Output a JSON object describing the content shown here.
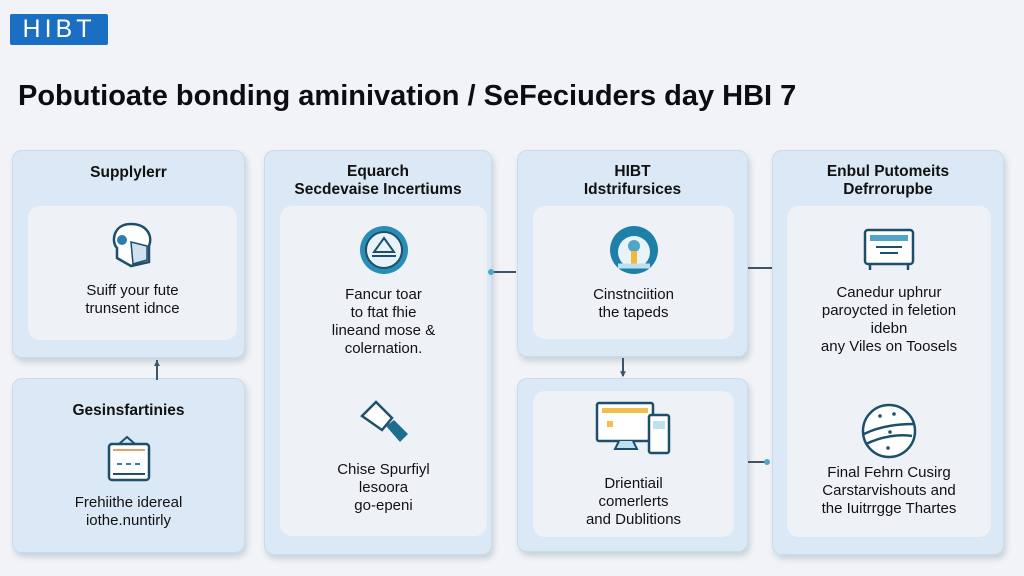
{
  "logo": "HIBT",
  "title": "Pobutioate bonding aminivation / SeFeciuders day HBI 7",
  "boxes": {
    "supplier": {
      "heading": "Supplylerr",
      "text": [
        "Suiff your fute",
        "trunsent idnce"
      ]
    },
    "gesins": {
      "heading": "Gesinsfartinies",
      "text": [
        "Frehiithe idereal",
        "iothe.nuntirly"
      ]
    },
    "equarch": {
      "heading": [
        "Equarch",
        "Secdevaise Incertiums"
      ],
      "text1": [
        "Fancur toar",
        "to ftat fhie",
        "lineand mose &",
        "colernation."
      ],
      "text2": [
        "Chise Spurfiyl",
        "lesoora",
        "go-epeni"
      ]
    },
    "hibt": {
      "heading": [
        "HIBT",
        "Idstrifursices"
      ],
      "text": [
        "Cinstnciition",
        "the tapeds"
      ]
    },
    "drientiail": {
      "text": [
        "Drientiail",
        "comerlerts",
        "and Dublitions"
      ]
    },
    "enbul": {
      "heading": [
        "Enbul Putomeits",
        "Defrrorupbe"
      ],
      "text1": [
        "Canedur uphrur",
        "paroycted in feletion",
        "idebn",
        "any Viles on Toosels"
      ],
      "text2": [
        "Final Fehrn Cusirg",
        "Carstarvishouts and",
        "the Iuitrrgge Thartes"
      ]
    }
  },
  "colors": {
    "accent": "#1a6fc2",
    "box": "#dbe9f6",
    "icon": "#1e5f78"
  }
}
